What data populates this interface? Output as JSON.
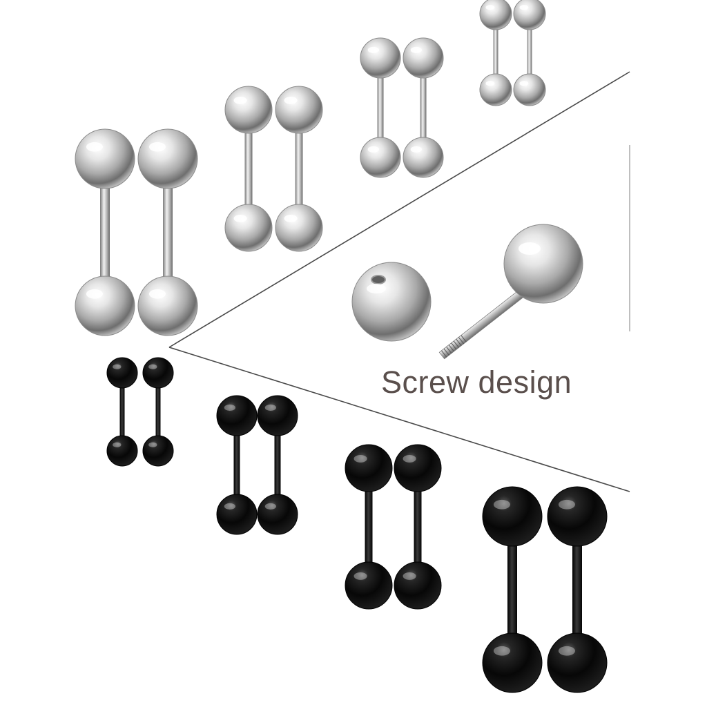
{
  "caption": "Screw design",
  "colors": {
    "background": "#ffffff",
    "divider": "#4a4a4a",
    "caption": "#5a4f4c",
    "silver_finish": "#c8c8c8",
    "black_finish": "#111111"
  },
  "product": {
    "finishes": [
      "silver",
      "black"
    ],
    "silver_pair_count": 4,
    "black_pair_count": 4
  }
}
